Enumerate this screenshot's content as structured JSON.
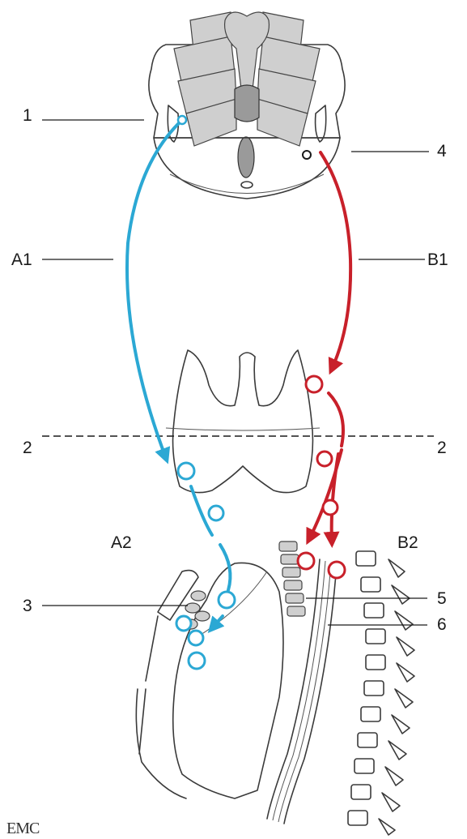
{
  "colors": {
    "parasympathetic_blue": "#2ba8d4",
    "sympathetic_red": "#c8202a",
    "ink": "#1a1a1a"
  },
  "labels": {
    "n1": "1",
    "n2_left": "2",
    "n2_right": "2",
    "n3": "3",
    "n4": "4",
    "n5": "5",
    "n6": "6",
    "a1": "A1",
    "b1": "B1",
    "a2": "A2",
    "b2": "B2"
  },
  "credit": "EMC"
}
